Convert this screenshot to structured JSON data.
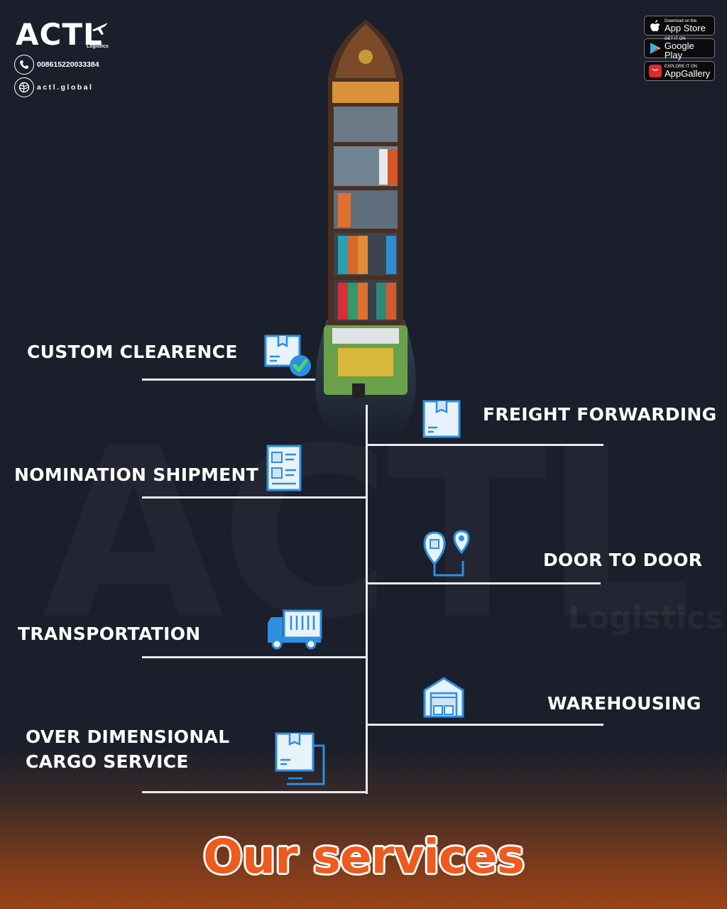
{
  "brand": {
    "name": "ACTL",
    "sub": "Logistics",
    "phone": "008615220033384",
    "website": "actl.global"
  },
  "stores": [
    {
      "small": "Download on the",
      "big": "App Store",
      "icon": "apple-icon"
    },
    {
      "small": "GET IT ON",
      "big": "Google Play",
      "icon": "google-play-icon"
    },
    {
      "small": "EXPLORE IT ON",
      "big": "AppGallery",
      "icon": "huawei-icon"
    }
  ],
  "watermark": {
    "text": "ACTL",
    "sub": "Logistics"
  },
  "services": [
    {
      "label": "CUSTOM CLEARENCE",
      "icon": "customs-clearance-icon"
    },
    {
      "label": "FREIGHT FORWARDING",
      "icon": "box-icon"
    },
    {
      "label": "NOMINATION SHIPMENT",
      "icon": "document-icon"
    },
    {
      "label": "DOOR TO DOOR",
      "icon": "route-pin-icon"
    },
    {
      "label": "TRANSPORTATION",
      "icon": "truck-icon"
    },
    {
      "label": "WAREHOUSING",
      "icon": "warehouse-icon"
    },
    {
      "label": "OVER DIMENSIONAL CARGO SERVICE",
      "line1": "OVER DIMENSIONAL",
      "line2": "CARGO SERVICE",
      "icon": "oversize-cargo-icon"
    }
  ],
  "footer": {
    "title": "Our services"
  },
  "colors": {
    "accent": "#ef5a1e",
    "icon_blue": "#2d8fe0",
    "background": "#1b1e2b"
  }
}
